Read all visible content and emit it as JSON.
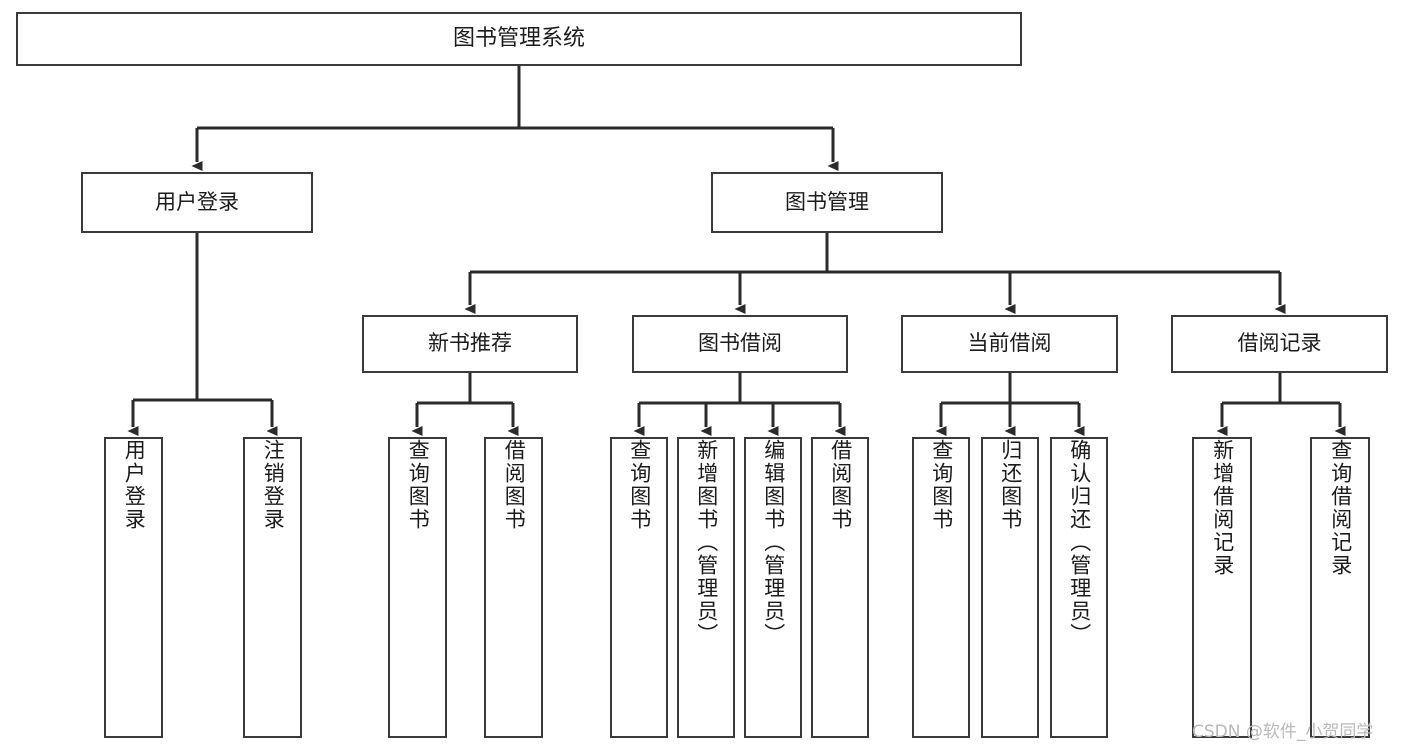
{
  "diagram": {
    "type": "tree",
    "title": "图书管理系统",
    "orientation": "top-down",
    "colors": {
      "box_border": "#3a3a3a",
      "box_fill": "#ffffff",
      "connector": "#2b2b2b",
      "text": "#1b1b1b",
      "watermark": "#b9b9b9",
      "background": "#ffffff"
    },
    "levels": {
      "level1": [
        {
          "id": "root",
          "label": "图书管理系统"
        }
      ],
      "level2": [
        {
          "id": "user-login",
          "label": "用户登录"
        },
        {
          "id": "book-manage",
          "label": "图书管理"
        }
      ],
      "level3": [
        {
          "id": "new-book-recommend",
          "label": "新书推荐",
          "parent": "book-manage"
        },
        {
          "id": "book-borrow",
          "label": "图书借阅",
          "parent": "book-manage"
        },
        {
          "id": "current-borrow",
          "label": "当前借阅",
          "parent": "book-manage"
        },
        {
          "id": "borrow-record",
          "label": "借阅记录",
          "parent": "book-manage"
        }
      ],
      "level4": [
        {
          "id": "leaf-user-login",
          "label": "用户登录",
          "parent": "user-login"
        },
        {
          "id": "leaf-logout",
          "label": "注销登录",
          "parent": "user-login"
        },
        {
          "id": "leaf-query-book-1",
          "label": "查询图书",
          "parent": "new-book-recommend"
        },
        {
          "id": "leaf-borrow-book-1",
          "label": "借阅图书",
          "parent": "new-book-recommend"
        },
        {
          "id": "leaf-query-book-2",
          "label": "查询图书",
          "parent": "book-borrow"
        },
        {
          "id": "leaf-add-book",
          "label": "新增图书（管理员）",
          "parent": "book-borrow"
        },
        {
          "id": "leaf-edit-book",
          "label": "编辑图书（管理员）",
          "parent": "book-borrow"
        },
        {
          "id": "leaf-borrow-book-2",
          "label": "借阅图书",
          "parent": "book-borrow"
        },
        {
          "id": "leaf-query-book-3",
          "label": "查询图书",
          "parent": "current-borrow"
        },
        {
          "id": "leaf-return-book",
          "label": "归还图书",
          "parent": "current-borrow"
        },
        {
          "id": "leaf-confirm-return",
          "label": "确认归还（管理员）",
          "parent": "current-borrow"
        },
        {
          "id": "leaf-add-record",
          "label": "新增借阅记录",
          "parent": "borrow-record"
        },
        {
          "id": "leaf-query-record",
          "label": "查询借阅记录",
          "parent": "borrow-record"
        }
      ]
    },
    "watermark": "CSDN @软件_小贺同学"
  }
}
